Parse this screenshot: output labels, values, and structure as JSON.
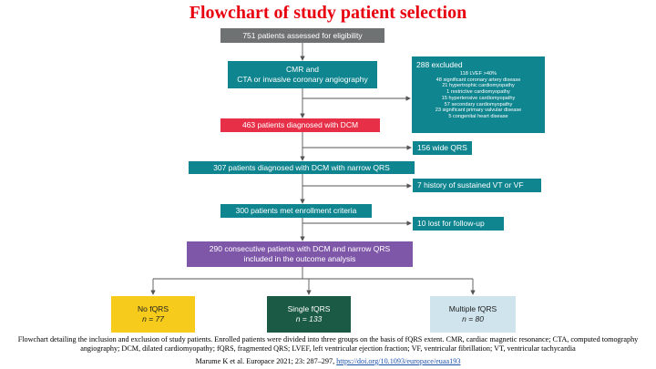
{
  "title": "Flowchart of study patient selection",
  "main_flow": {
    "assessed": "751 patients assessed for eligibility",
    "imaging_line1": "CMR and",
    "imaging_line2": "CTA or invasive coronary angiography",
    "dcm": "463 patients diagnosed with DCM",
    "narrow_qrs": "307 patients diagnosed with DCM with narrow QRS",
    "criteria": "300 patients met enrollment criteria",
    "outcome_line1": "290 consecutive patients with DCM and narrow QRS",
    "outcome_line2": "included in the outcome analysis"
  },
  "exclusions": {
    "header": "288 excluded",
    "items": [
      "118 LVEF >40%",
      "48 significant coronary artery disease",
      "21 hypertrophic cardiomyopathy",
      "1 restrictive cardiomyopathy",
      "15 hypertensive cardiomyopathy",
      "57 secondary cardiomyopathy",
      "23 significant primary valvular disease",
      "5 congenital heart disease"
    ]
  },
  "side_exits": {
    "wide_qrs": "156 wide QRS",
    "vt_vf": "7 history of sustained VT or VF",
    "lost": "10 lost for follow-up"
  },
  "groups": [
    {
      "label": "No fQRS",
      "n": "n = 77"
    },
    {
      "label": "Single fQRS",
      "n": "n = 133"
    },
    {
      "label": "Multiple fQRS",
      "n": "n = 80"
    }
  ],
  "colors": {
    "title": "#e8000e",
    "gray": "#6f7273",
    "teal": "#0f858f",
    "red": "#e72f48",
    "purple": "#7f57a8",
    "yellow": "#f6cb1c",
    "dark_green": "#1b5a45",
    "light_blue": "#cfe4ec"
  },
  "caption": "Flowchart detailing the inclusion and exclusion of study patients. Enrolled patients were divided into three groups on the basis of fQRS extent. CMR, cardiac magnetic resonance; CTA, computed tomography angiography; DCM, dilated cardiomyopathy; fQRS, fragmented QRS; LVEF, left ventricular ejection fraction; VF, ventricular fibrillation; VT, ventricular tachycardia",
  "citation": "Marume K et al. Europace 2021; 23: 287–297,",
  "doi": "https://doi.org/10.1093/europace/euaa193"
}
